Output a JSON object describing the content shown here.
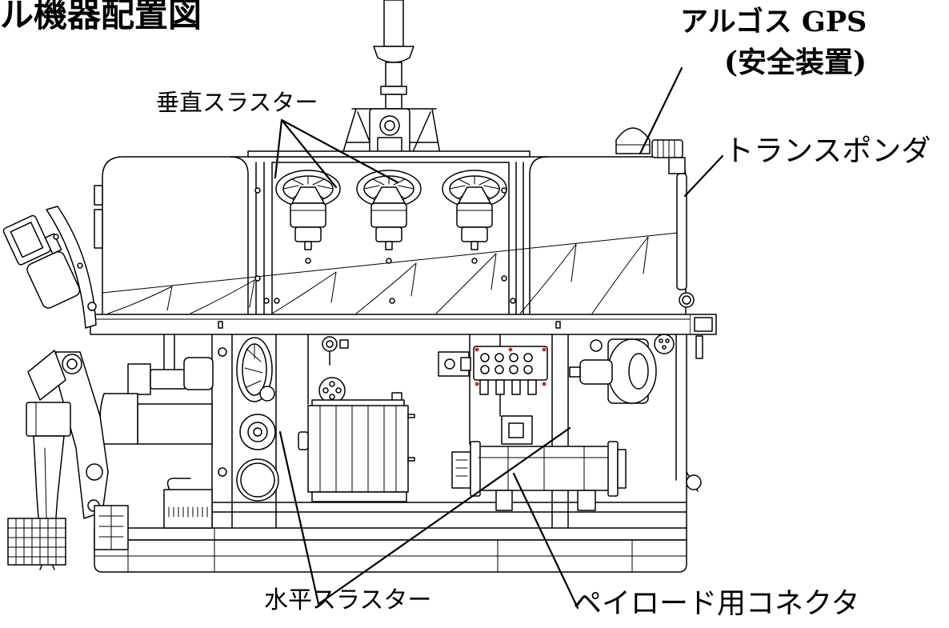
{
  "title": "ル機器配置図",
  "labels": {
    "argos_gps": "アルゴス GPS",
    "safety_device": "(安全装置)",
    "vertical_thruster": "垂直スラスター",
    "transponder": "トランスポンダ",
    "horizontal_thruster": "水平スラスター",
    "payload_connector": "ペイロード用コネクタ"
  },
  "colors": {
    "line": "#000000",
    "background": "#ffffff",
    "marker": "#d02020"
  }
}
